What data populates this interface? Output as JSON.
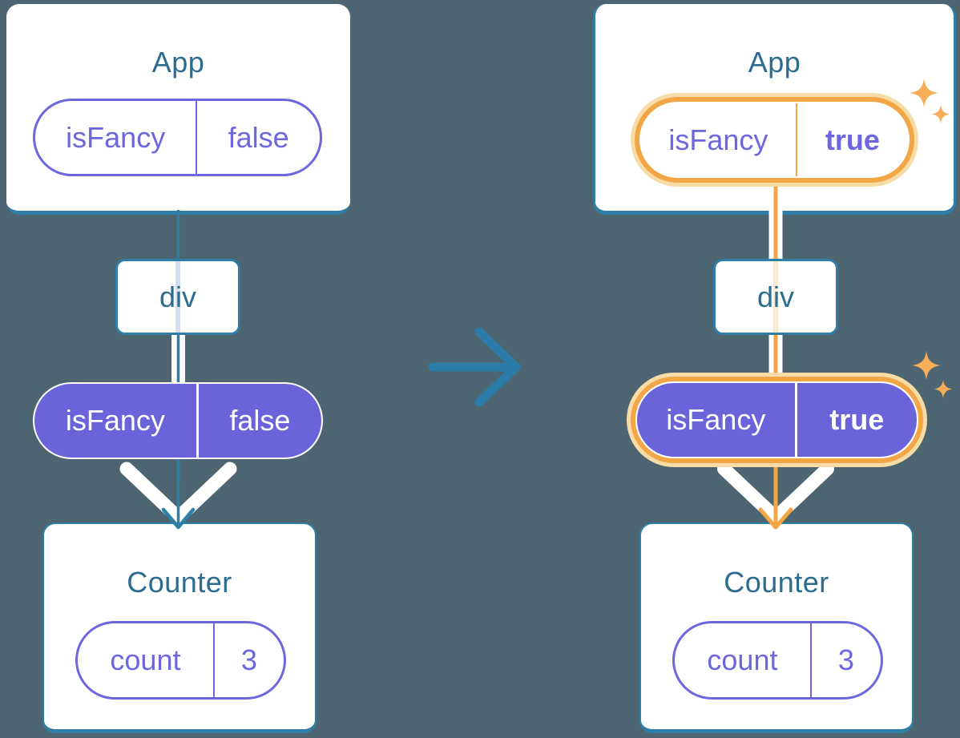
{
  "diagram_description": "React state passing: before and after isFancy toggles",
  "colors": {
    "background": "#4C6570",
    "card_fill": "#FFFFFF",
    "teal_stroke": "#2F7EA6",
    "title_text": "#2B6C90",
    "purple_stroke": "#6C67DE",
    "purple_fill": "#6A63DA",
    "highlight_orange": "#F2A646",
    "highlight_glow": "#F8DCA8",
    "sparkle_orange": "#F5AE57",
    "through_line_blue": "#D3DFF1",
    "through_line_cream": "#FAEBD0"
  },
  "before": {
    "app": {
      "title": "App",
      "state_name": "isFancy",
      "state_value": "false"
    },
    "div_label": "div",
    "prop": {
      "name": "isFancy",
      "value": "false"
    },
    "counter": {
      "title": "Counter",
      "state_name": "count",
      "state_value": "3"
    }
  },
  "after": {
    "app": {
      "title": "App",
      "state_name": "isFancy",
      "state_value": "true"
    },
    "div_label": "div",
    "prop": {
      "name": "isFancy",
      "value": "true"
    },
    "counter": {
      "title": "Counter",
      "state_name": "count",
      "state_value": "3"
    }
  }
}
